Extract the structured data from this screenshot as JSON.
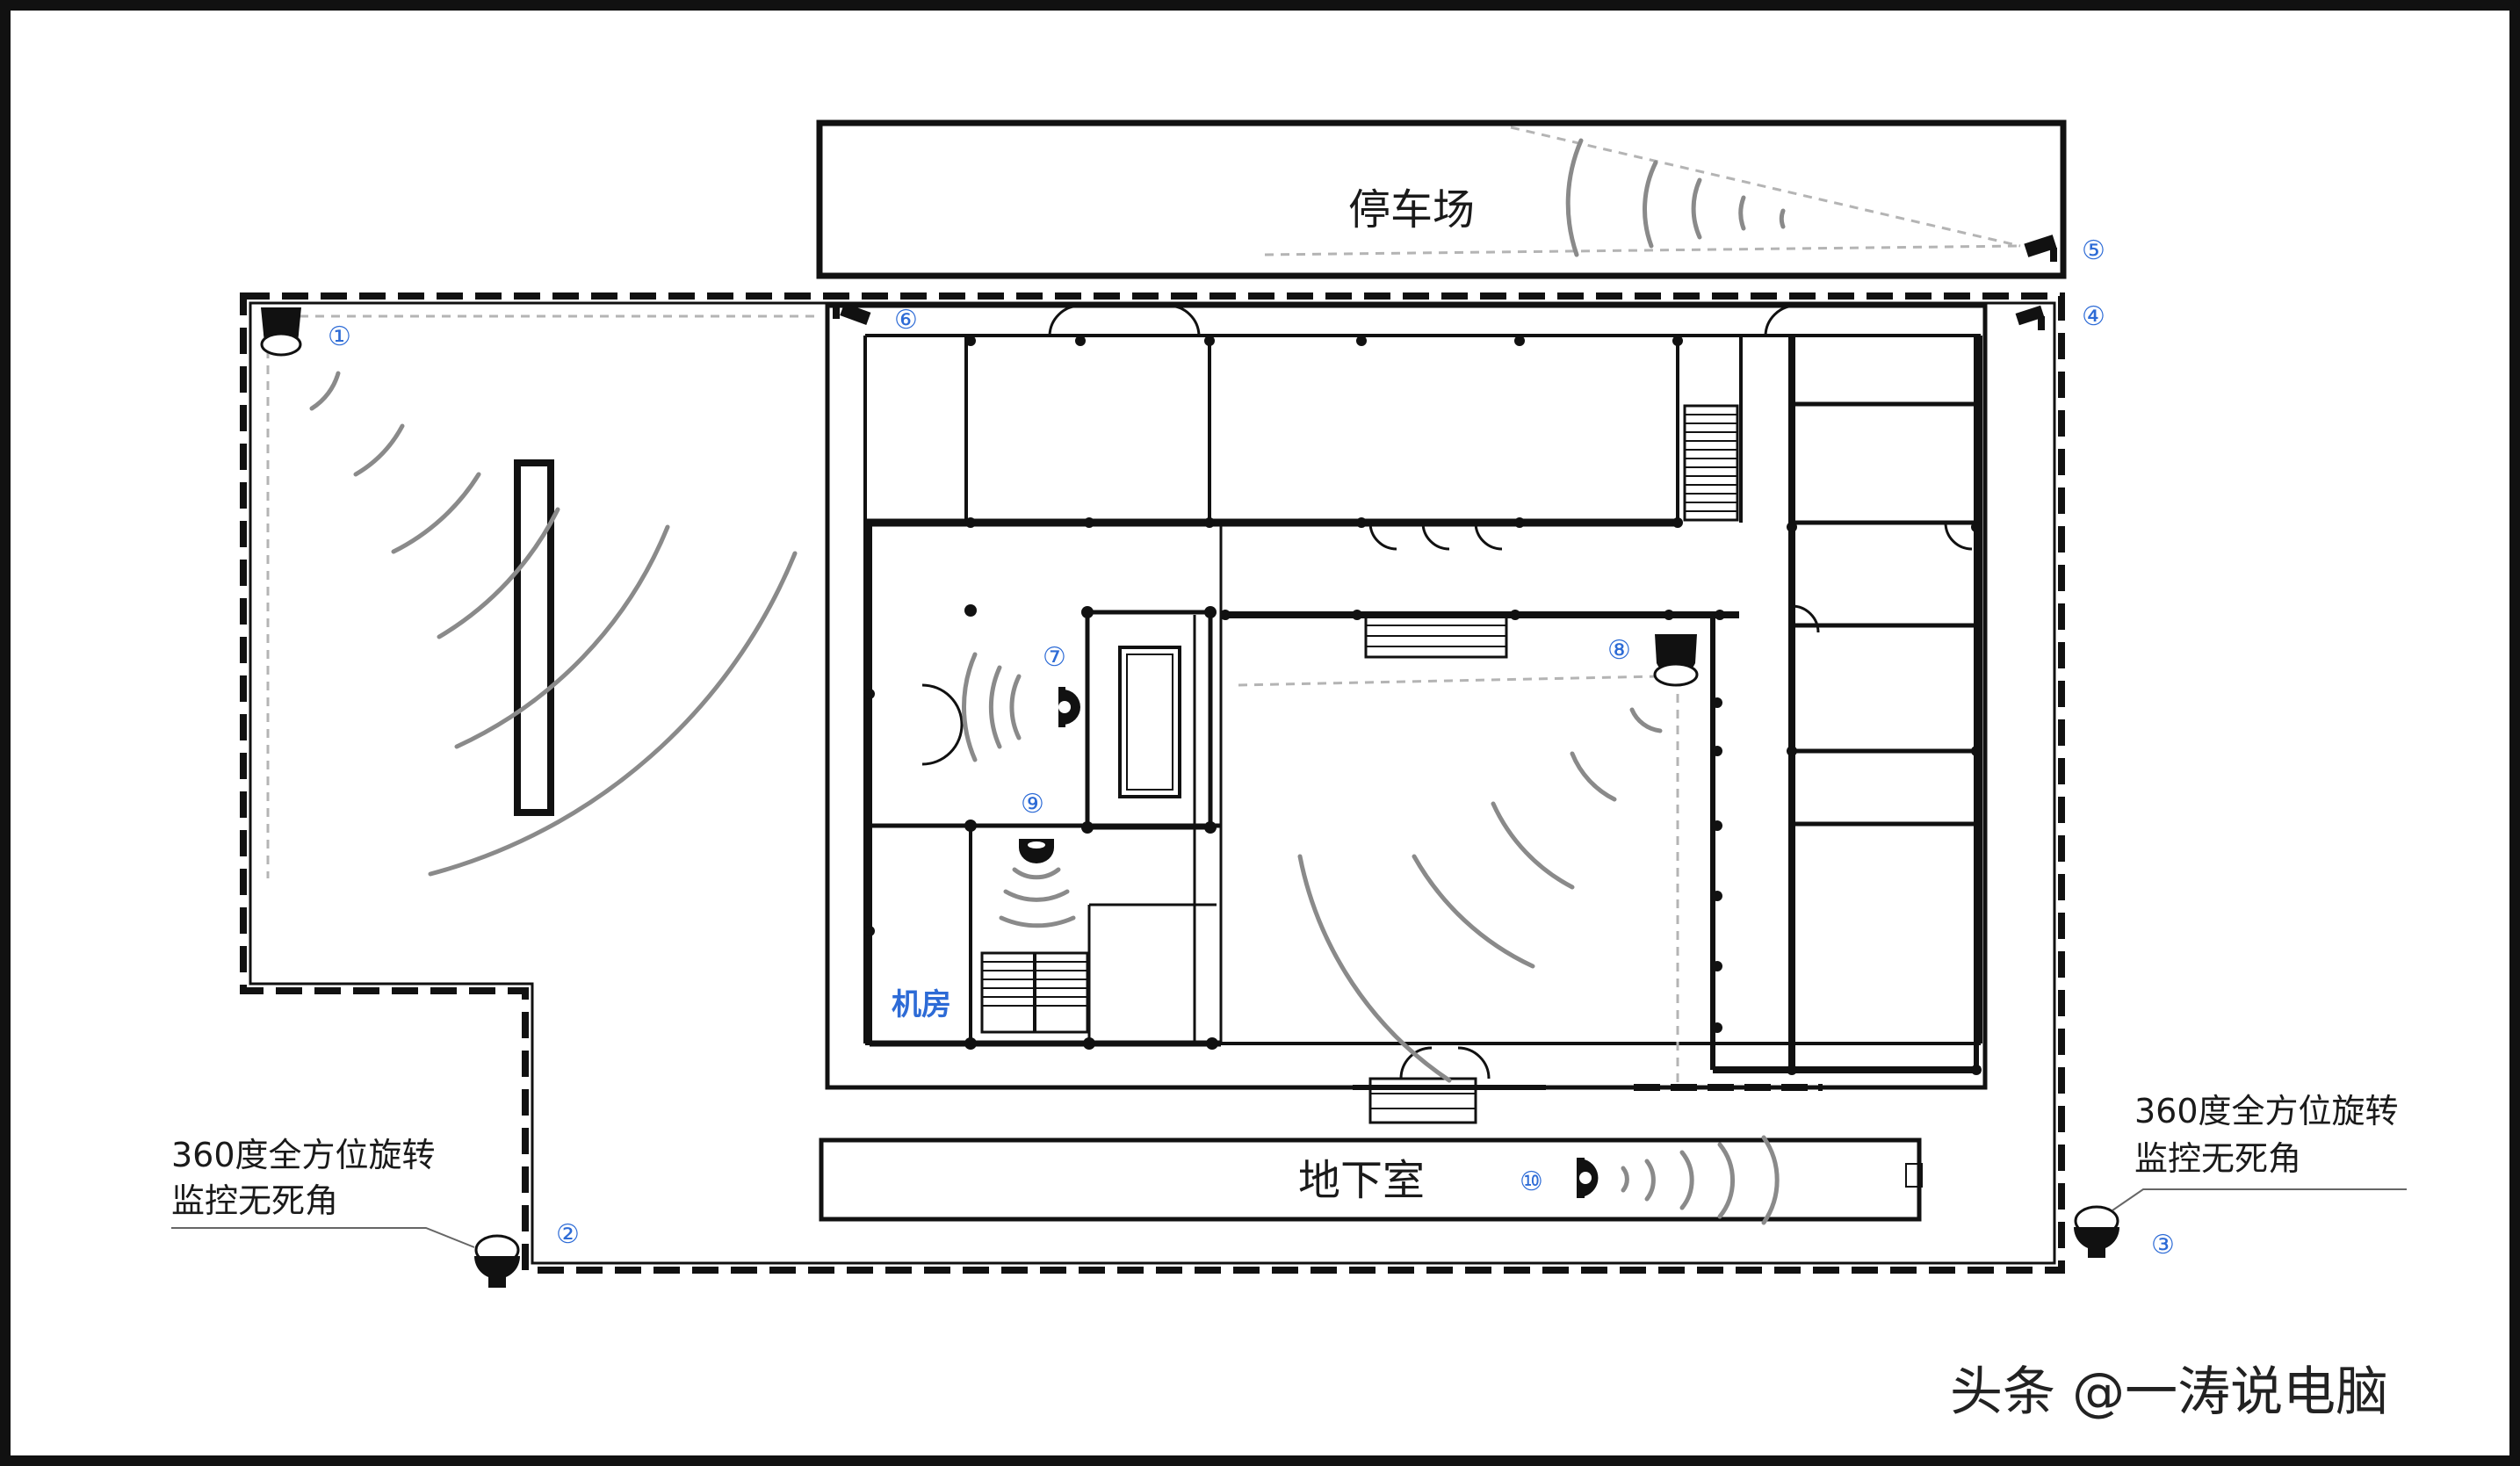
{
  "areas": {
    "parking": "停车场",
    "basement": "地下室",
    "server_room": "机房"
  },
  "notes": {
    "left": [
      "360度全方位旋转",
      "监控无死角"
    ],
    "right": [
      "360度全方位旋转",
      "监控无死角"
    ]
  },
  "cameras": [
    {
      "label": "①",
      "type": "dome-ceiling"
    },
    {
      "label": "②",
      "type": "ptz-360"
    },
    {
      "label": "③",
      "type": "ptz-360"
    },
    {
      "label": "④",
      "type": "bullet"
    },
    {
      "label": "⑤",
      "type": "bullet"
    },
    {
      "label": "⑥",
      "type": "bullet"
    },
    {
      "label": "⑦",
      "type": "half-dome"
    },
    {
      "label": "⑧",
      "type": "dome-ceiling"
    },
    {
      "label": "⑨",
      "type": "dome"
    },
    {
      "label": "⑩",
      "type": "half-dome"
    }
  ],
  "watermark": "头条 @一涛说电脑",
  "colors": {
    "wall": "#111111",
    "coverage_arc": "#8a8a8a",
    "sight_line": "#b4b4b4",
    "camera_number": "#2d6bd6",
    "server_room_label": "#2d6bd6"
  }
}
